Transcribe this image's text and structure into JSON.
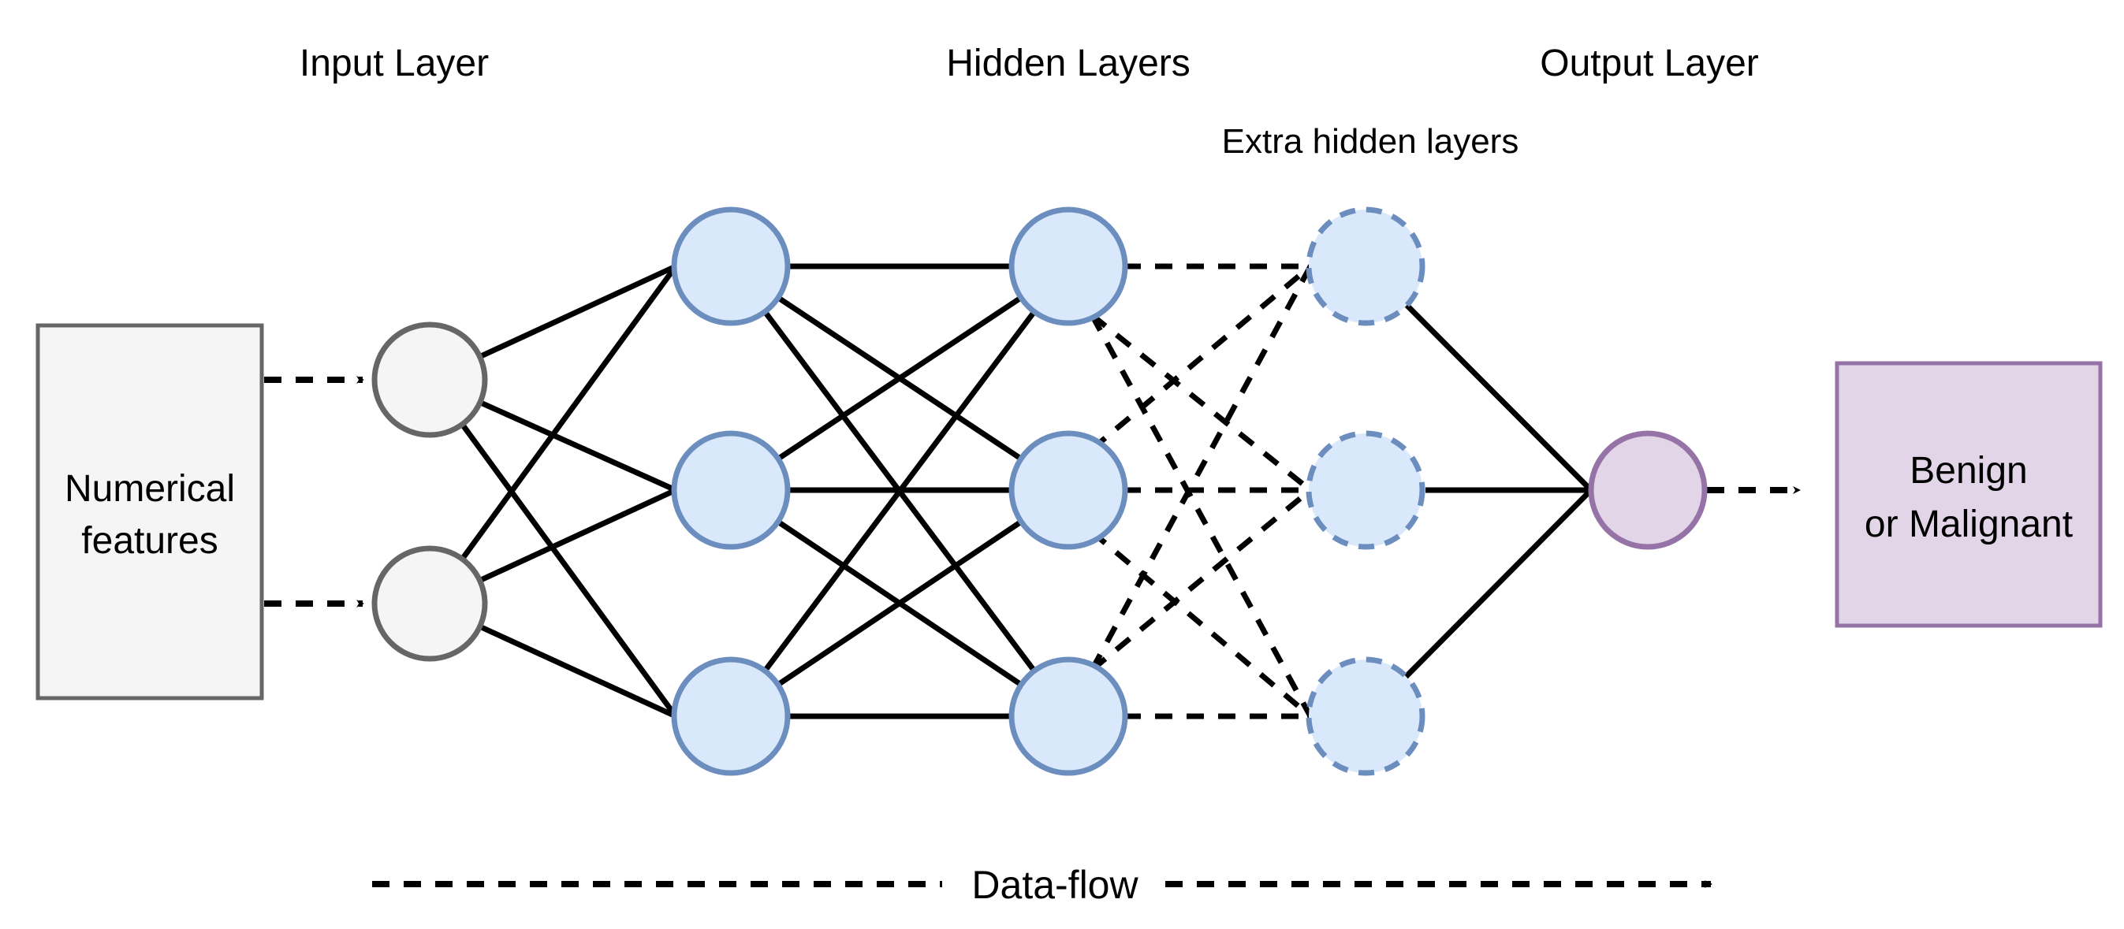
{
  "headers": {
    "input": "Input Layer",
    "hidden": "Hidden Layers",
    "output": "Output Layer",
    "extra": "Extra hidden layers"
  },
  "input_box": {
    "line1": "Numerical",
    "line2": "features"
  },
  "output_box": {
    "line1": "Benign",
    "line2": "or Malignant"
  },
  "dataflow": "Data-flow",
  "colors": {
    "input_fill": "#f5f5f5",
    "input_stroke": "#666666",
    "hidden_fill": "#dae8fc",
    "hidden_stroke": "#6c8ebf",
    "output_fill": "#e1d5e7",
    "output_stroke": "#9673a6"
  },
  "layers": [
    {
      "name": "input",
      "count": 2
    },
    {
      "name": "hidden-1",
      "count": 3
    },
    {
      "name": "hidden-2",
      "count": 3
    },
    {
      "name": "extra-hidden",
      "count": 3,
      "dashed": true
    },
    {
      "name": "output",
      "count": 1
    }
  ]
}
